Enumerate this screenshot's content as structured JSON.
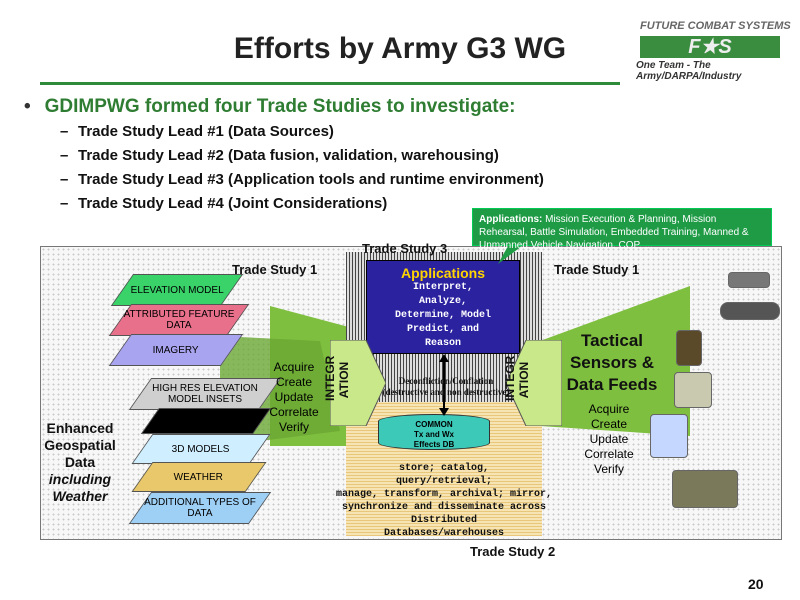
{
  "header": {
    "title": "Efforts by Army G3 WG",
    "logo_top": "FUTURE COMBAT SYSTEMS",
    "logo_tag": "One Team - The Army/DARPA/Industry"
  },
  "bullets": {
    "main": "GDIMPWG  formed four Trade Studies to investigate:",
    "subs": [
      "Trade Study Lead #1 (Data Sources)",
      "Trade Study Lead #2 (Data fusion, validation, warehousing)",
      "Trade Study Lead #3 (Application tools and runtime environment)",
      "Trade Study Lead #4 (Joint Considerations)"
    ]
  },
  "app_note": {
    "label": "Applications:",
    "text": "  Mission Execution & Planning, Mission Rehearsal, Battle Simulation, Embedded Training, Manned & Unmanned Vehicle Navigation, COP, ..."
  },
  "diagram": {
    "ts3": "Trade Study 3",
    "ts1_left": "Trade Study 1",
    "ts1_right": "Trade Study 1",
    "ts2": "Trade Study 2",
    "applications": {
      "title": "Applications",
      "lines": [
        "Interpret,",
        "Analyze,",
        "Determine, Model",
        "Predict, and",
        "Reason"
      ]
    },
    "integ_left": "INTEGR\nATION",
    "integ_right": "INTEGR\nATION",
    "deconfliction": "Deconfliction/Conflation",
    "deconfliction2": "(destructive and non destructive)",
    "common": [
      "COMMON",
      "Tx and Wx",
      "Effects DB"
    ],
    "db_lines": [
      "store; catalog,",
      "query/retrieval;",
      "manage, transform, archival; mirror,",
      "synchronize and disseminate across",
      "Distributed",
      "Databases/warehouses"
    ],
    "layers": [
      "ELEVATION MODEL",
      "ATTRIBUTED FEATURE DATA",
      "IMAGERY",
      "HIGH RES ELEVATION MODEL INSETS",
      "",
      "3D MODELS",
      "WEATHER",
      "ADDITIONAL TYPES OF DATA"
    ],
    "left_actions": [
      "Acquire",
      "Create",
      "Update",
      "Correlate",
      "Verify"
    ],
    "left_label": [
      "Enhanced",
      "Geospatial",
      "Data",
      "including",
      "Weather"
    ],
    "right_title": [
      "Tactical",
      "Sensors &",
      "Data Feeds"
    ],
    "right_actions": [
      "Acquire",
      "Create",
      "Update",
      "Correlate",
      "Verify"
    ]
  },
  "page_number": "20"
}
